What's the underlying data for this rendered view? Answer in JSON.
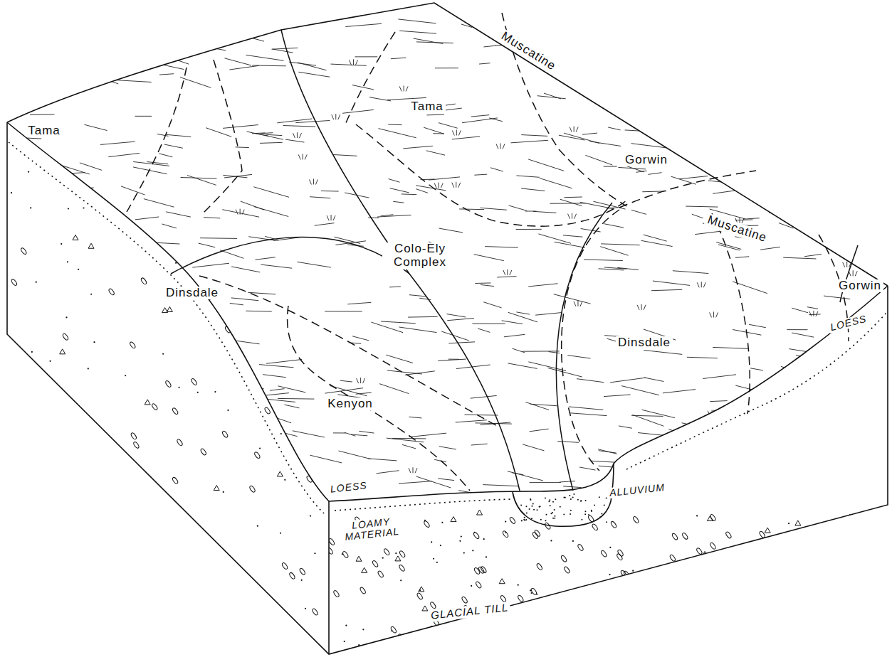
{
  "diagram": {
    "labels": [
      "Tama",
      "Muscatine",
      "Tama",
      "Gorwin",
      "Muscatine",
      "Gorwin",
      "Dinsdale",
      "Colo-Ely Complex",
      "Dinsdale",
      "Kenyon",
      "LOESS",
      "LOESS",
      "LOAMY MATERIAL",
      "ALLUVIUM",
      "GLACIAL TILL"
    ]
  }
}
